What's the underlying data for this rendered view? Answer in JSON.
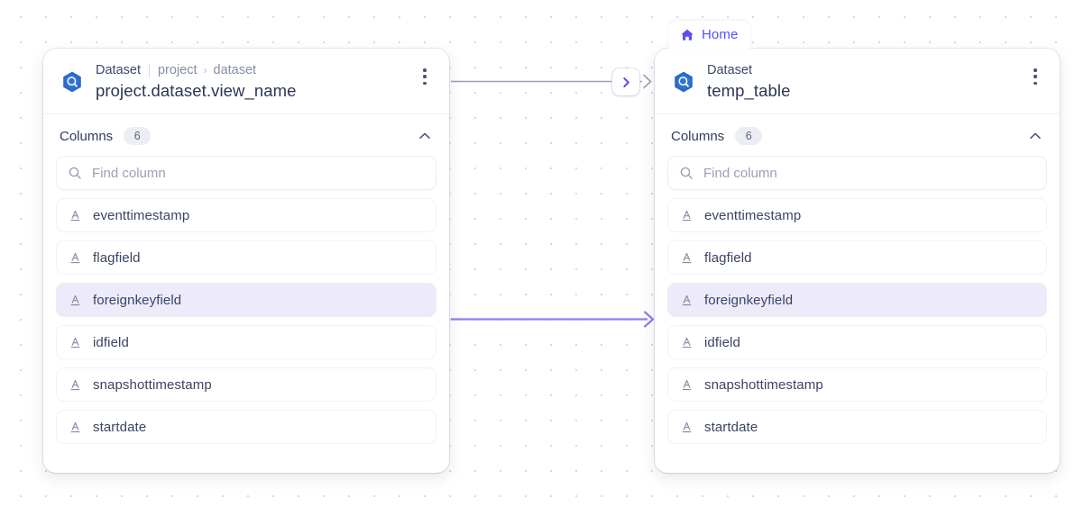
{
  "canvas": {
    "background_color": "#ffffff",
    "grid_dot_color": "#cfd2dd"
  },
  "tab": {
    "label": "Home",
    "icon": "home-icon",
    "color": "#5b4ef0"
  },
  "connectors": [
    {
      "name": "header-connector",
      "from": "source-card-header",
      "to": "target-card-header",
      "color": "#9aa0b5",
      "badge_icon": "chevron-right-icon",
      "badge_icon_color": "#5b4ef0"
    },
    {
      "name": "column-connector",
      "from": "source-column-foreignkeyfield",
      "to": "target-column-foreignkeyfield",
      "color": "#8a80ee"
    }
  ],
  "source_card": {
    "icon": "bigquery-dataset-icon",
    "breadcrumb": {
      "kind": "Dataset",
      "segments": [
        "project",
        "dataset"
      ],
      "separator": "›"
    },
    "title": "project.dataset.view_name",
    "menu_icon": "kebab-menu-icon",
    "columns_section": {
      "label": "Columns",
      "count": "6",
      "collapse_icon": "chevron-up-icon"
    },
    "search": {
      "placeholder": "Find column",
      "value": "",
      "icon": "search-icon"
    },
    "columns": [
      {
        "name": "eventtimestamp",
        "type_icon": "string-type-icon",
        "selected": false
      },
      {
        "name": "flagfield",
        "type_icon": "string-type-icon",
        "selected": false
      },
      {
        "name": "foreignkeyfield",
        "type_icon": "string-type-icon",
        "selected": true
      },
      {
        "name": "idfield",
        "type_icon": "string-type-icon",
        "selected": false
      },
      {
        "name": "snapshottimestamp",
        "type_icon": "string-type-icon",
        "selected": false
      },
      {
        "name": "startdate",
        "type_icon": "string-type-icon",
        "selected": false
      }
    ]
  },
  "target_card": {
    "icon": "bigquery-dataset-icon",
    "breadcrumb": {
      "kind": "Dataset",
      "segments": [],
      "separator": "›"
    },
    "title": "temp_table",
    "menu_icon": "kebab-menu-icon",
    "columns_section": {
      "label": "Columns",
      "count": "6",
      "collapse_icon": "chevron-up-icon"
    },
    "search": {
      "placeholder": "Find column",
      "value": "",
      "icon": "search-icon"
    },
    "columns": [
      {
        "name": "eventtimestamp",
        "type_icon": "string-type-icon",
        "selected": false
      },
      {
        "name": "flagfield",
        "type_icon": "string-type-icon",
        "selected": false
      },
      {
        "name": "foreignkeyfield",
        "type_icon": "string-type-icon",
        "selected": true
      },
      {
        "name": "idfield",
        "type_icon": "string-type-icon",
        "selected": false
      },
      {
        "name": "snapshottimestamp",
        "type_icon": "string-type-icon",
        "selected": false
      },
      {
        "name": "startdate",
        "type_icon": "string-type-icon",
        "selected": false
      }
    ]
  }
}
